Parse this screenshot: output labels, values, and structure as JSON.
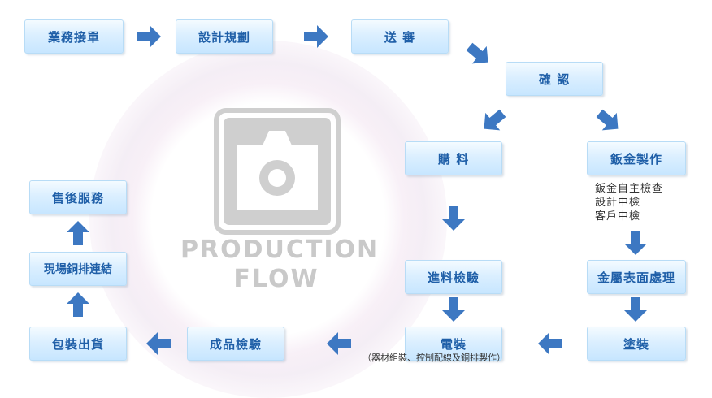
{
  "watermark": {
    "line1": "PRODUCTION",
    "line2": "FLOW"
  },
  "steps": {
    "business": "業務接單",
    "design": "設計規劃",
    "submit": "送 審",
    "confirm": "確 認",
    "purchase": "購 料",
    "sheetmetal": "鈑金製作",
    "incoming_inspection": "進料檢驗",
    "surface": "金屬表面處理",
    "electrical": "電裝",
    "painting": "塗裝",
    "final_inspection": "成品檢驗",
    "packing": "包裝出貨",
    "onsite": "現場銅排連結",
    "aftersales": "售後服務"
  },
  "sheetmetal_checks": [
    "鈑金自主檢查",
    "設計中檢",
    "客戶中檢"
  ],
  "electrical_note": "（器材組裝、控制配線及銅排製作）",
  "colors": {
    "arrow": "#3d78c2",
    "box_text": "#1f5fa8",
    "watermark": "#c9c9c9"
  }
}
